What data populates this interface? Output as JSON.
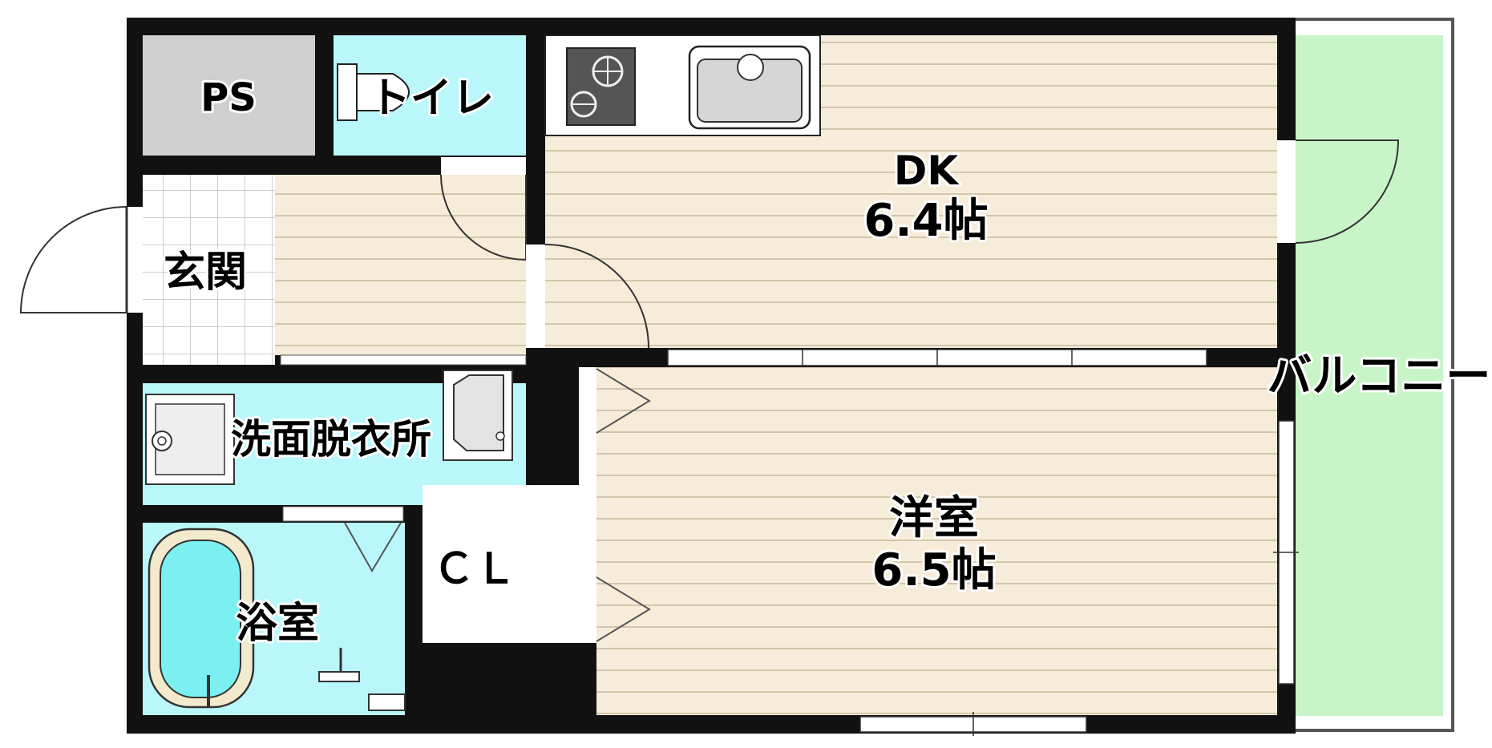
{
  "rooms": {
    "ps": "PS",
    "toilet": "トイレ",
    "dk_name": "DK",
    "dk_size": "6.4帖",
    "entrance": "玄関",
    "washroom": "洗面脱衣所",
    "bathroom": "浴室",
    "closet": "ＣＬ",
    "western_name": "洋室",
    "western_size": "6.5帖",
    "balcony": "バルコニー"
  },
  "colors": {
    "wall": "#111111",
    "wood_floor": "#f6ecd9",
    "wood_line": "#c9b99d",
    "wet_area": "#b9f7fb",
    "ps_fill": "#cfcfcf",
    "balcony_fill": "#c8f5c8",
    "tile_fill": "#ffffff",
    "tile_line": "#bdbdbd",
    "tub_fill": "#7cf0f0"
  }
}
